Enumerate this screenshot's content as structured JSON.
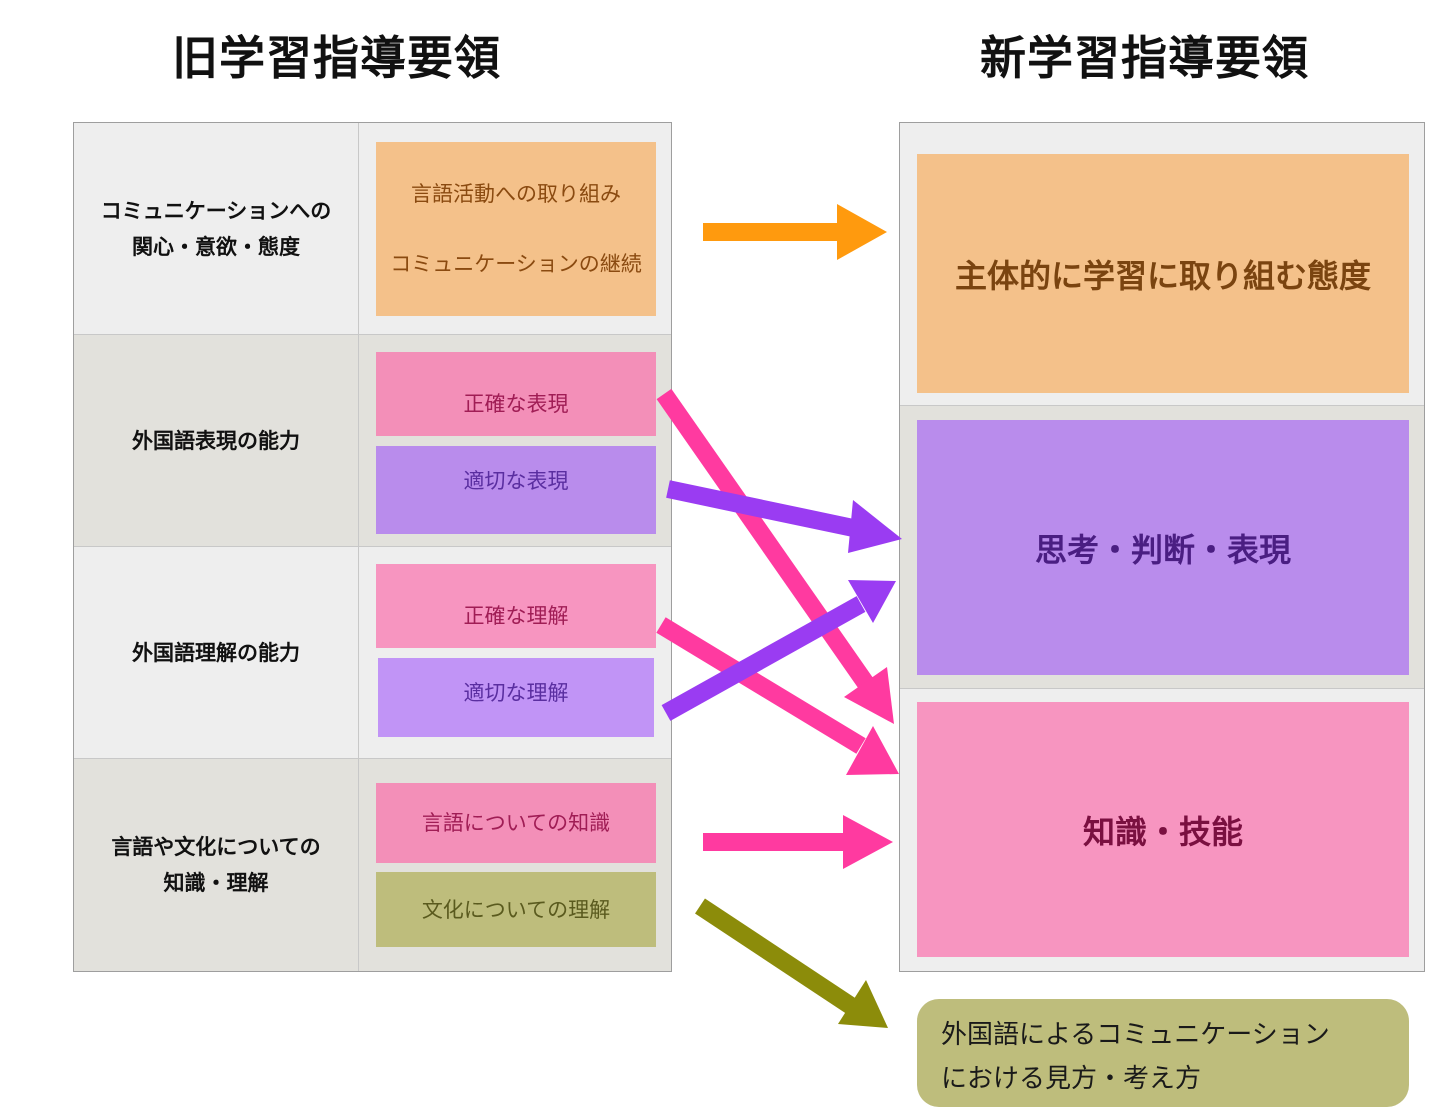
{
  "titles": {
    "old": "旧学習指導要領",
    "new": "新学習指導要領"
  },
  "old_rows": [
    {
      "category": "コミュニケーションへの\n関心・意欲・態度",
      "items": [
        "言語活動への取り組み\nコミュニケーションの継続"
      ]
    },
    {
      "category": "外国語表現の能力",
      "items": [
        "正確な表現",
        "適切な表現"
      ]
    },
    {
      "category": "外国語理解の能力",
      "items": [
        "正確な理解",
        "適切な理解"
      ]
    },
    {
      "category": "言語や文化についての\n知識・理解",
      "items": [
        "言語についての知識",
        "文化についての理解"
      ]
    }
  ],
  "new_rows": [
    {
      "label": "主体的に学習に取り組む態度",
      "color": "#f4c18a"
    },
    {
      "label": "思考・判断・表現",
      "color": "#b98cec"
    },
    {
      "label": "知識・技能",
      "color": "#f795c0"
    }
  ],
  "footnote": {
    "line1": "外国語によるコミュニケーション",
    "line2": "における見方・考え方"
  },
  "colors": {
    "orange_arrow": "#ff9a0e",
    "pink_arrow": "#ff3aa0",
    "purple_arrow": "#9a3cf2",
    "olive_arrow": "#8c8c0a"
  },
  "icons": {
    "arrows": "right-arrow"
  }
}
